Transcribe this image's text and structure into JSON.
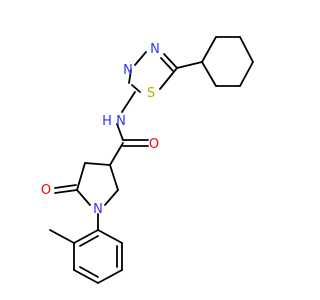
{
  "colors": {
    "bond": "#000000",
    "nitrogen": "#3333ff",
    "oxygen": "#ff0000",
    "sulfur": "#b2b200",
    "background": "#ffffff"
  },
  "atoms": {
    "n_top": "N",
    "n_left": "N",
    "s_ring": "S",
    "nh_amide": "N",
    "h_amide": "H",
    "o_amide": "O",
    "o_lactam": "O",
    "n_lactam": "N"
  }
}
